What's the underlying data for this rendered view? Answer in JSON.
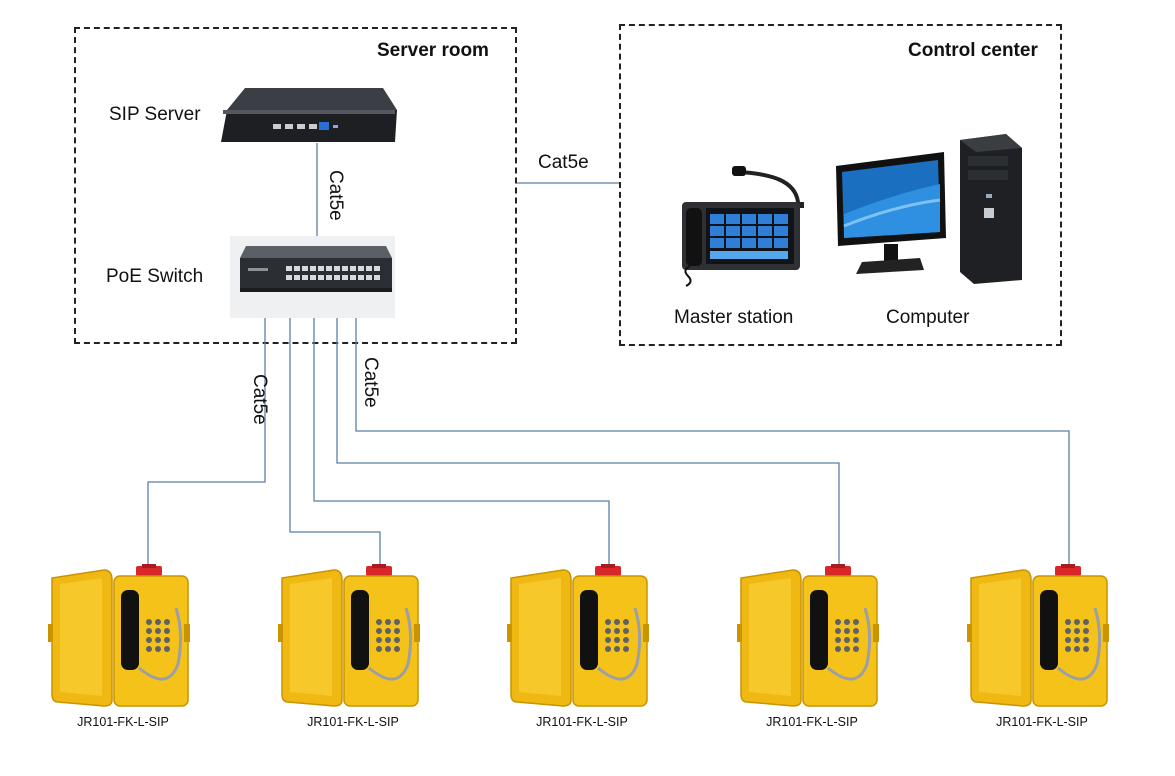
{
  "zones": {
    "server_room": {
      "title": "Server room"
    },
    "control_center": {
      "title": "Control center"
    }
  },
  "devices": {
    "sip_server": {
      "label": "SIP Server"
    },
    "poe_switch": {
      "label": "PoE Switch"
    },
    "master_station": {
      "label": "Master station"
    },
    "computer": {
      "label": "Computer"
    }
  },
  "links": {
    "server_to_switch": "Cat5e",
    "switch_to_control": "Cat5e",
    "switch_to_phones_left": "Cat5e",
    "switch_to_phones_right": "Cat5e"
  },
  "phones": [
    {
      "model": "JR101-FK-L-SIP"
    },
    {
      "model": "JR101-FK-L-SIP"
    },
    {
      "model": "JR101-FK-L-SIP"
    },
    {
      "model": "JR101-FK-L-SIP"
    },
    {
      "model": "JR101-FK-L-SIP"
    }
  ],
  "colors": {
    "wire": "#5a7fa8",
    "phone_body": "#f5c21a",
    "beacon": "#d8262a"
  }
}
